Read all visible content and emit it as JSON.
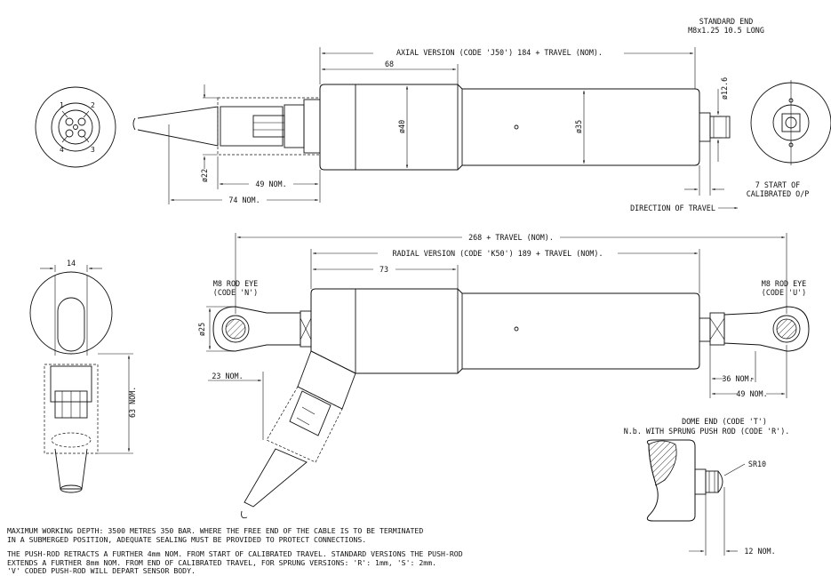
{
  "labels": {
    "standard_end_1": "STANDARD END",
    "standard_end_2": "M8x1.25 10.5 LONG",
    "axial_version": "AXIAL VERSION (CODE 'J50') 184 + TRAVEL (NOM).",
    "dim_68": "68",
    "dia_40": "ø40",
    "dia_35": "ø35",
    "dia_12_6": "ø12.6",
    "dia_22": "ø22",
    "dim_49_nom_top": "49 NOM.",
    "dim_74_nom": "74 NOM.",
    "start_cal_1": "7 START OF",
    "start_cal_2": "CALIBRATED O/P",
    "direction_travel": "DIRECTION OF TRAVEL",
    "overall_268": "268 + TRAVEL (NOM).",
    "radial_version": "RADIAL VERSION (CODE 'K50') 189 + TRAVEL (NOM).",
    "dim_73": "73",
    "dim_14": "14",
    "rod_eye_n_1": "M8 ROD EYE",
    "rod_eye_n_2": "(CODE 'N')",
    "rod_eye_u_1": "M8 ROD EYE",
    "rod_eye_u_2": "(CODE 'U')",
    "dia_25": "ø25",
    "dim_23_nom": "23 NOM.",
    "dim_63_nom": "63 NOM.",
    "dim_36_nom": "36 NOM.",
    "dim_49_nom_bottom": "49 NOM.",
    "dome_end_1": "DOME END (CODE 'T')",
    "dome_end_2": "N.b. WITH SPRUNG PUSH ROD (CODE 'R').",
    "sr10": "SR10",
    "dim_12_nom": "12 NOM.",
    "pin_1": "1",
    "pin_2": "2",
    "pin_3": "3",
    "pin_4": "4"
  },
  "notes": {
    "depth": "MAXIMUM WORKING DEPTH: 3500 METRES 350 BAR. WHERE THE FREE END OF THE CABLE IS TO BE TERMINATED\nIN A SUBMERGED POSITION, ADEQUATE SEALING MUST BE PROVIDED TO PROTECT CONNECTIONS.",
    "pushrod": "THE PUSH-ROD RETRACTS A FURTHER 4mm NOM. FROM START OF CALIBRATED TRAVEL. STANDARD VERSIONS THE PUSH-ROD\nEXTENDS A FURTHER 8mm NOM. FROM END OF CALIBRATED TRAVEL, FOR SPRUNG VERSIONS: 'R': 1mm, 'S': 2mm.\n'V' CODED PUSH-ROD WILL DEPART SENSOR BODY."
  }
}
